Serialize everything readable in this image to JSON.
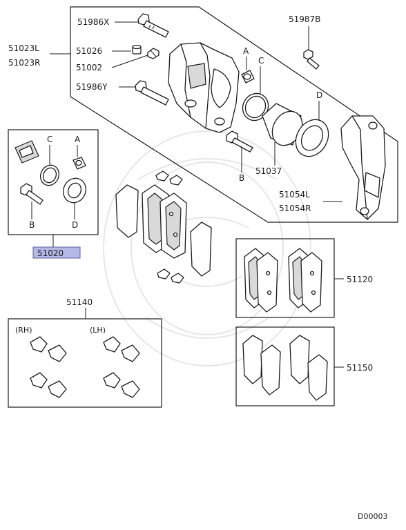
{
  "diagram_code": "D00003",
  "labels": {
    "p51986x": "51986X",
    "p51987b": "51987B",
    "p51023l": "51023L",
    "p51023r": "51023R",
    "p51026": "51026",
    "p51002": "51002",
    "p51986y": "51986Y",
    "p51037": "51037",
    "p51054l": "51054L",
    "p51054r": "51054R",
    "p51020": "51020",
    "p51140": "51140",
    "p51120": "51120",
    "p51150": "51150",
    "rh": "(RH)",
    "lh": "(LH)",
    "a": "A",
    "b": "B",
    "c": "C",
    "d": "D"
  },
  "colors": {
    "line": "#1a1a1a",
    "highlight": "#b3b8e6",
    "watermark": "#e6e6e6"
  }
}
